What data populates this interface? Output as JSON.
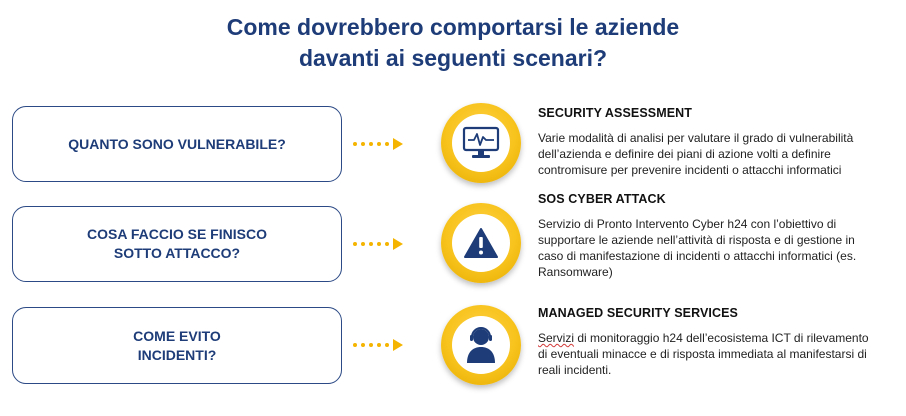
{
  "title": {
    "line1": "Come dovrebbero comportarsi le aziende",
    "line2": "davanti ai seguenti scenari?"
  },
  "questions": [
    {
      "label": "QUANTO  SONO VULNERABILE?"
    },
    {
      "label": "COSA FACCIO  SE FINISCO\nSOTTO  ATTACCO?"
    },
    {
      "label": "COME  EVITO\nINCIDENTI?"
    }
  ],
  "services": [
    {
      "title": "SECURITY ASSESSMENT",
      "description": "Varie modalità di analisi per valutare il grado di vulnerabilità\ndell’azienda e definire dei piani di azione volti a definire\ncontromisure per prevenire incidenti o attacchi informatici",
      "icon": "monitor-pulse-icon"
    },
    {
      "title": "SOS CYBER ATTACK",
      "description": "Servizio di Pronto Intervento Cyber h24 con l’obiettivo di\nsupportare le aziende nell’attività di risposta e di gestione in\ncaso di manifestazione di incidenti o attacchi informatici (es.\nRansomware)",
      "icon": "warning-triangle-icon"
    },
    {
      "title": "MANAGED SECURITY SERVICES",
      "description_first_word": "Servizi",
      "description_rest": " di monitoraggio h24 dell’ecosistema ICT di rilevamento\ndi eventuali minacce e di risposta immediata al manifestarsi di\nreali incidenti.",
      "icon": "security-agent-icon"
    }
  ],
  "colors": {
    "navy": "#1d3c78",
    "gold": "#f7c31c",
    "arrow": "#f4b400"
  }
}
